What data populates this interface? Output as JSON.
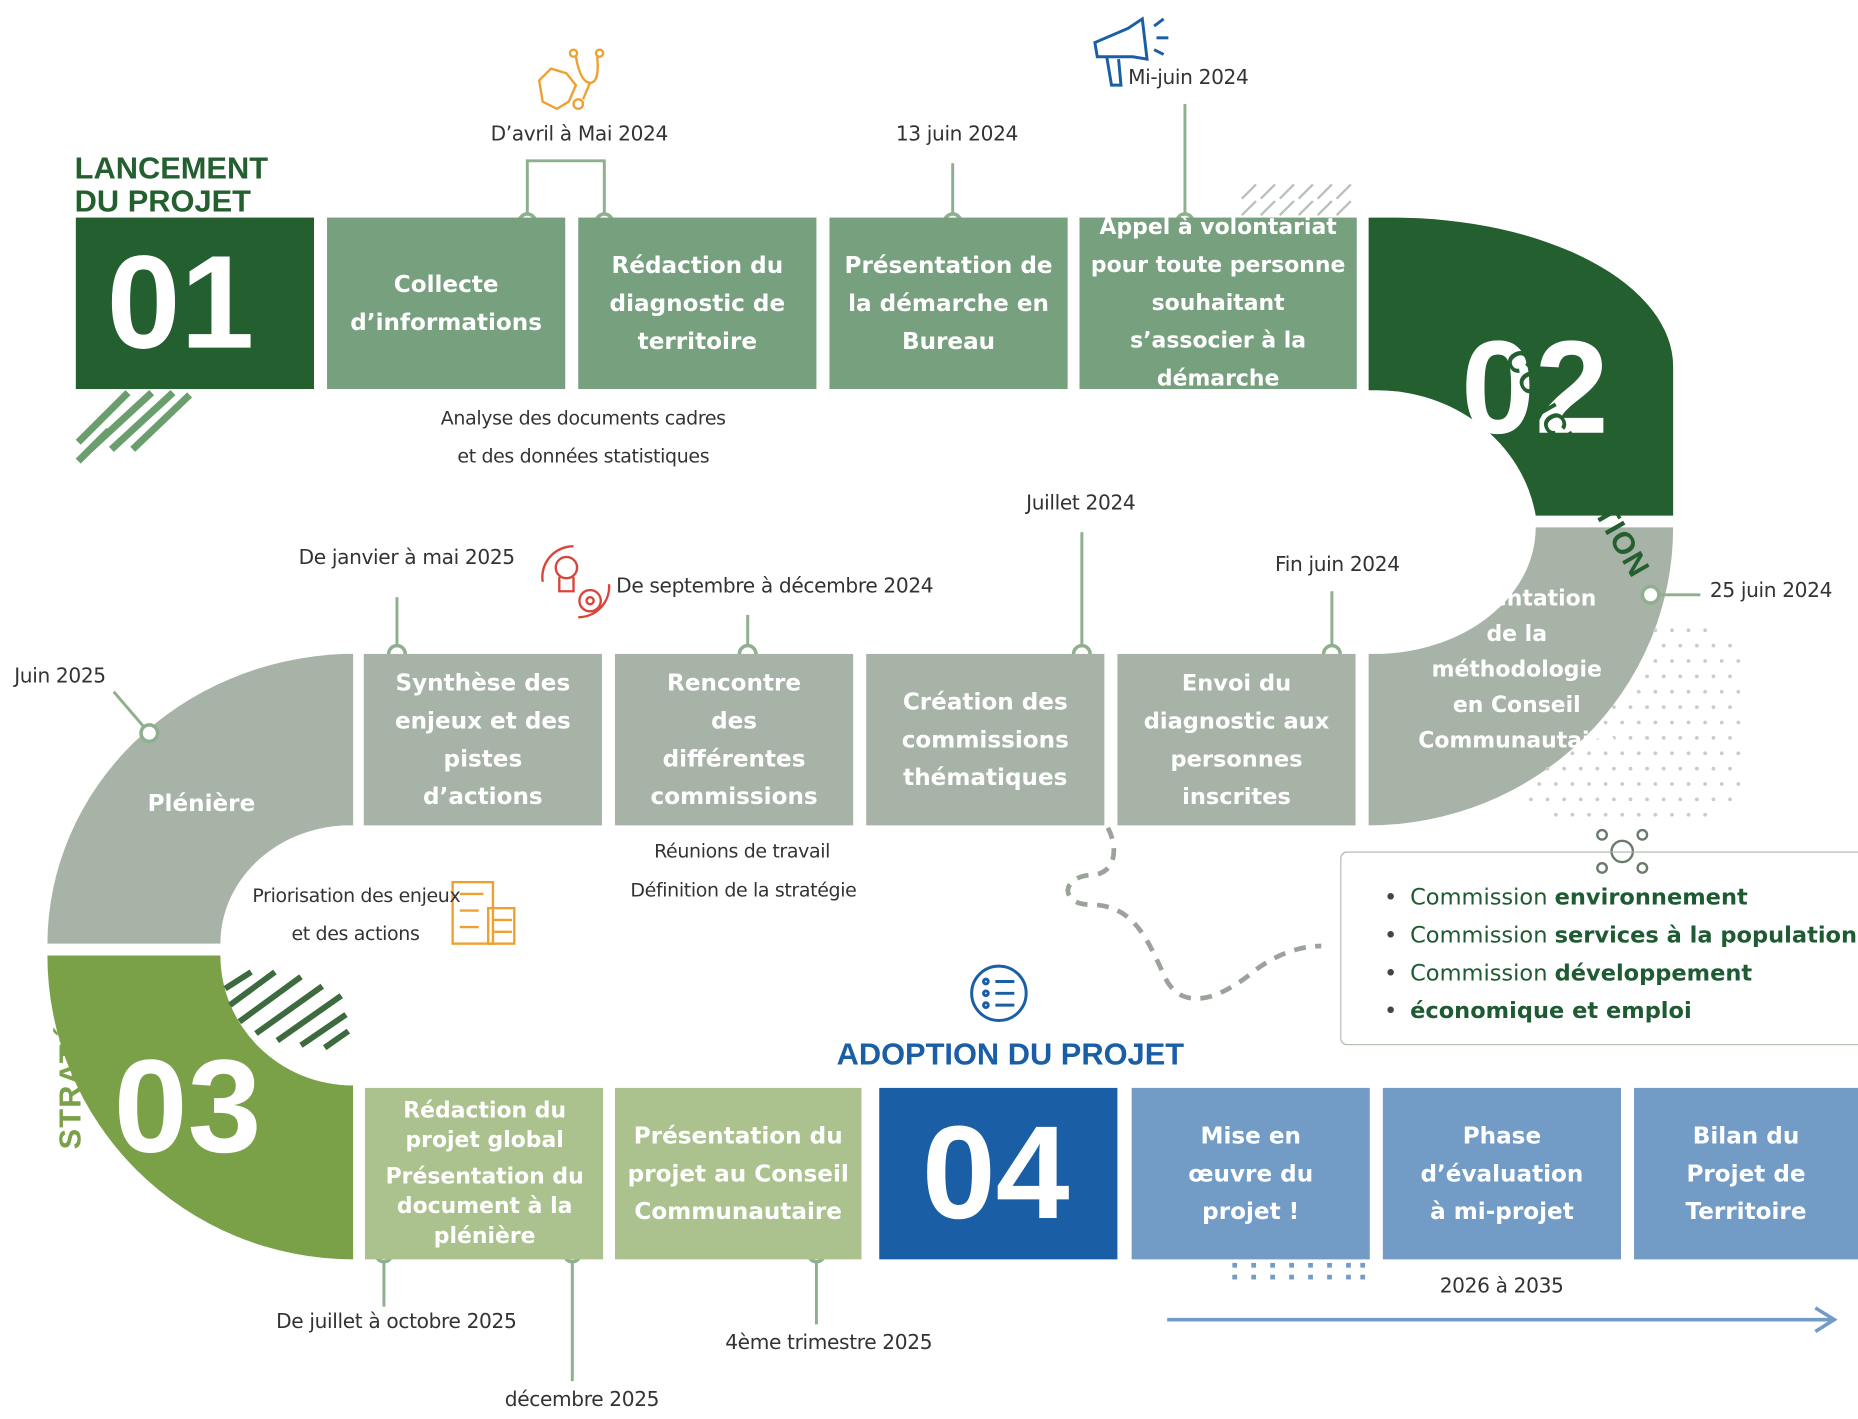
{
  "phases": {
    "p1_title_line1": "LANCEMENT",
    "p1_title_line2": "DU PROJET",
    "p1_number": "01",
    "p2_title": "CONCERTATION",
    "p2_number": "02",
    "p3_title": "STRATÉGIE",
    "p3_number": "03",
    "p4_title": "ADOPTION DU PROJET",
    "p4_number": "04"
  },
  "row1": {
    "box_collecte": "Collecte d’informations",
    "box_redaction_diag": "Rédaction du diagnostic de territoire",
    "box_presentation_bureau": "Présentation de la démarche en Bureau",
    "box_appel": "Appel à volontariat pour toute personne souhaitant s’associer à la démarche",
    "date_avril_mai": "D’avril à Mai 2024",
    "date_13_juin": "13 juin 2024",
    "date_mi_juin": "Mi-juin 2024",
    "note_analyse_l1": "Analyse des documents cadres",
    "note_analyse_l2": "et des données statistiques"
  },
  "curve_right": {
    "box_methodologie": "Présentation de la méthodologie en Conseil Communautaire",
    "date_25_juin": "25 juin 2024"
  },
  "row2": {
    "box_pleniere": "Plénière",
    "box_synthese": "Synthèse des enjeux et des pistes d’actions",
    "box_rencontre": "Rencontre des différentes commissions",
    "box_creation": "Création des commissions thématiques",
    "box_envoi": "Envoi du diagnostic aux personnes inscrites",
    "date_juin_2025": "Juin 2025",
    "date_jan_mai_2025": "De janvier à mai 2025",
    "date_sept_dec_2024": "De septembre à décembre 2024",
    "date_juillet_2024": "Juillet 2024",
    "date_fin_juin_2024": "Fin juin 2024",
    "note_priorisation_l1": "Priorisation des enjeux",
    "note_priorisation_l2": "et des actions",
    "note_reunions_l1": "Réunions de travail",
    "note_reunions_l2": "Définition de la stratégie"
  },
  "commissions": {
    "items": [
      {
        "prefix": "Commission ",
        "bold": "environnement",
        "suffix": ""
      },
      {
        "prefix": "Commission ",
        "bold": "services à la population",
        "suffix": ""
      },
      {
        "prefix": "Commission ",
        "bold": "développement",
        "suffix": ""
      },
      {
        "prefix": "",
        "bold": "économique et emploi",
        "suffix": ""
      }
    ]
  },
  "row3": {
    "box_redaction_projet": "Rédaction du projet global",
    "box_presentation_doc": "Présentation du document à la plénière",
    "box_presentation_conseil": "Présentation du projet au Conseil Communautaire",
    "box_mise_en_oeuvre": "Mise en œuvre du projet !",
    "box_evaluation": "Phase d’évaluation à mi-projet",
    "box_bilan": "Bilan du Projet de Territoire",
    "date_juil_oct_2025": "De juillet à octobre 2025",
    "date_dec_2025": "décembre 2025",
    "date_4e_trim_2025": "4ème trimestre 2025",
    "date_2026_2035": "2026 à 2035"
  },
  "colors": {
    "dark_green": "#235F2F",
    "mid_green": "#77A07F",
    "grey_green": "#A8B3A8",
    "light_green": "#ABC28F",
    "strategy_green": "#7AA048",
    "deep_blue": "#1A5EA6",
    "light_blue": "#729CC6"
  },
  "icons": [
    "france-map-stethoscope-icon",
    "megaphone-icon",
    "lightbulb-gear-icon",
    "planning-board-icon",
    "group-discussion-icon",
    "checklist-icon"
  ]
}
